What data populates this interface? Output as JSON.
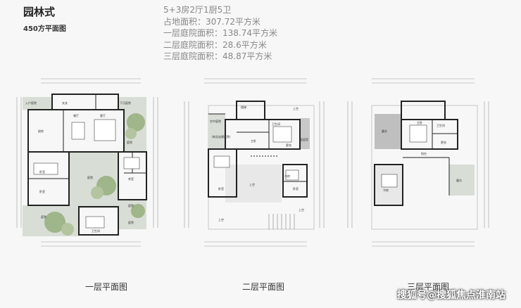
{
  "header": {
    "title": "园林式",
    "subtitle": "450方平面图"
  },
  "specs": [
    "5+3房2厅1厨5卫",
    "占地面积：307.72平方米",
    "一层庭院面积：138.74平方米",
    "二层庭院面积：28.6平方米",
    "三层庭院面积：48.87平方米"
  ],
  "plans": [
    {
      "caption": "一层平面图",
      "rooms": [
        "入户庭院",
        "玄关",
        "下沉庭院",
        "厨房",
        "餐厅",
        "客厅",
        "庭院",
        "庭院",
        "茶室",
        "庭院",
        "卧室",
        "卧室",
        "庭院",
        "庭院",
        "卫生间"
      ]
    },
    {
      "caption": "二层平面图",
      "rooms": [
        "楼梯",
        "上空",
        "卫生间",
        "空中庭院",
        "（南北加建庭院）",
        "主卧",
        "更衣",
        "起居室",
        "上空",
        "书房",
        "卧室",
        "卧室",
        "上空",
        "上空"
      ]
    },
    {
      "caption": "三层平面图",
      "rooms": [
        "露台",
        "主卧",
        "卫生间",
        "更衣",
        "阳台",
        "书房",
        "露台"
      ]
    }
  ],
  "watermark": "搜狐号@搜狐焦点淮南站",
  "colors": {
    "background": "#f6f7f6",
    "garden": "#d8ddd5",
    "tree": "#9fb58a",
    "grey_terrace": "#bfbfbf",
    "line": "#222222"
  }
}
